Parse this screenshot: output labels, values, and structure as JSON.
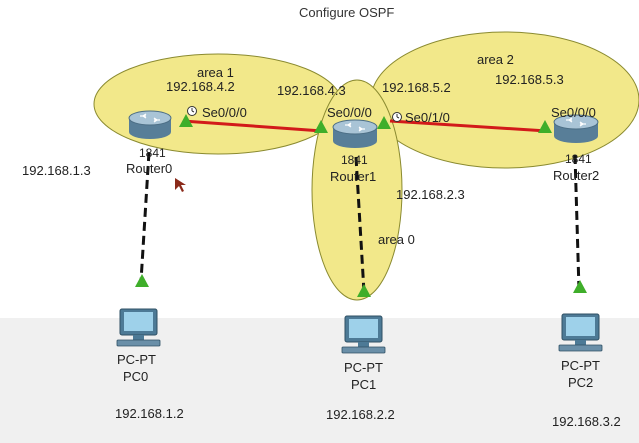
{
  "title": "Configure OSPF",
  "areas": {
    "area1": "area 1",
    "area2": "area 2",
    "area0": "area 0"
  },
  "routers": {
    "r0": {
      "model": "1841",
      "name": "Router0"
    },
    "r1": {
      "model": "1841",
      "name": "Router1"
    },
    "r2": {
      "model": "1841",
      "name": "Router2"
    }
  },
  "pcs": {
    "pc0": {
      "type": "PC-PT",
      "name": "PC0",
      "ip": "192.168.1.2"
    },
    "pc1": {
      "type": "PC-PT",
      "name": "PC1",
      "ip": "192.168.2.2"
    },
    "pc2": {
      "type": "PC-PT",
      "name": "PC2",
      "ip": "192.168.3.2"
    }
  },
  "interfaces": {
    "r0_se000": "Se0/0/0",
    "r1_se000": "Se0/0/0",
    "r1_se010": "Se0/1/0",
    "r2_se000": "Se0/0/0"
  },
  "addresses": {
    "r0_serial": "192.168.4.2",
    "r1_serial_a": "192.168.4.3",
    "r1_serial_b": "192.168.5.2",
    "r2_serial": "192.168.5.3",
    "r0_lan": "192.168.1.3",
    "r1_lan": "192.168.2.3"
  },
  "colors": {
    "area_fill": "#f2e88a",
    "area_stroke": "#8a8a30",
    "serial_link": "#d21a1a",
    "link_end": "#3fae2a",
    "router_body": "#6a8fa8"
  }
}
